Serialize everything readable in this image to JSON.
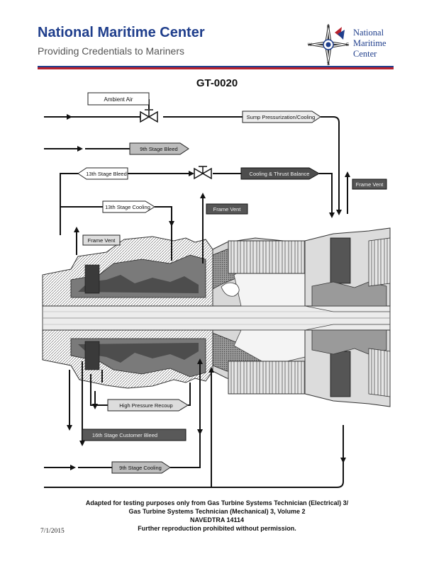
{
  "header": {
    "title": "National Maritime Center",
    "subtitle": "Providing Credentials to Mariners",
    "logo_text_line1": "National",
    "logo_text_line2": "Maritime",
    "logo_text_line3": "Center",
    "compass": {
      "n": "N",
      "s": "S",
      "e": "E",
      "w": "W"
    },
    "brand_blue": "#1f3e8c",
    "brand_red": "#b8232f"
  },
  "document": {
    "title": "GT-0020"
  },
  "diagram": {
    "labels": {
      "ambient_air": "Ambient Air",
      "sump_pressurization": "Sump Pressurization/Cooling",
      "ninth_stage_bleed": "9th Stage Bleed",
      "thirteenth_stage_bleed": "13th Stage Bleed",
      "cooling_thrust_balance": "Cooling & Thrust Balance",
      "frame_vent_right": "Frame Vent",
      "thirteenth_stage_cooling": "13th Stage Cooling",
      "frame_vent_center": "Frame Vent",
      "frame_vent_left": "Frame Vent",
      "high_pressure_recoup": "High Pressure Recoup",
      "sixteenth_stage_customer_bleed": "16th Stage Customer Bleed",
      "ninth_stage_cooling": "9th Stage Cooling"
    }
  },
  "footer": {
    "line1": "Adapted for testing purposes only from Gas Turbine Systems Technician (Electrical) 3/",
    "line2": "Gas Turbine Systems Technician (Mechanical) 3, Volume 2",
    "line3": "NAVEDTRA 14114",
    "line4": "Further reproduction prohibited without permission.",
    "date": "7/1/2015"
  }
}
